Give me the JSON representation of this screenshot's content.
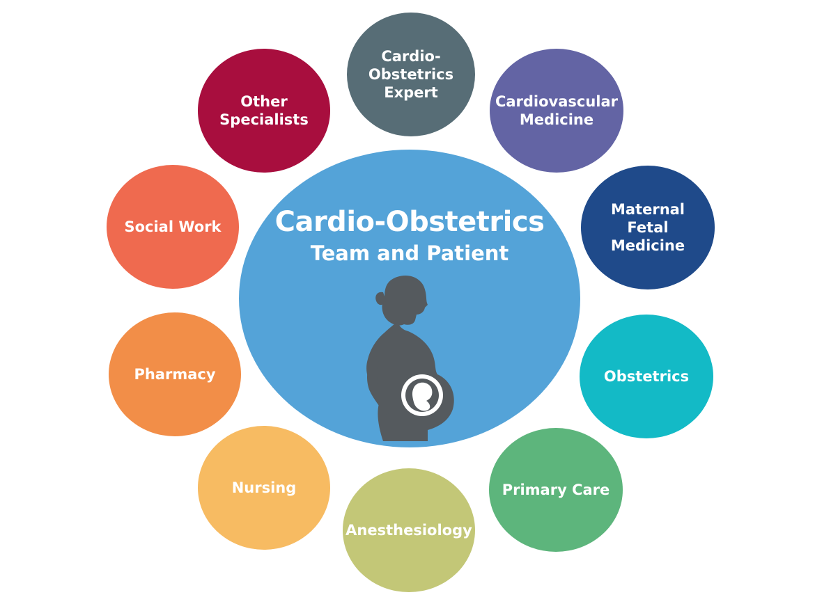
{
  "center": {
    "title": "Cardio-Obstetrics",
    "subtitle": "Team and Patient",
    "color": "#54a3d8",
    "figure_icon": "pregnant-woman-silhouette-icon",
    "figure_color": "#555a5e"
  },
  "nodes": [
    {
      "id": "cardio-obstetrics-expert",
      "label": "Cardio-\nObstetrics\nExpert",
      "color": "#576d76"
    },
    {
      "id": "cardiovascular-medicine",
      "label": "Cardiovascular\nMedicine",
      "color": "#6364a4"
    },
    {
      "id": "maternal-fetal-medicine",
      "label": "Maternal\nFetal\nMedicine",
      "color": "#1f4a8a"
    },
    {
      "id": "obstetrics",
      "label": "Obstetrics",
      "color": "#13bac6"
    },
    {
      "id": "primary-care",
      "label": "Primary Care",
      "color": "#5db57c"
    },
    {
      "id": "anesthesiology",
      "label": "Anesthesiology",
      "color": "#c3c777"
    },
    {
      "id": "nursing",
      "label": "Nursing",
      "color": "#f7bb62"
    },
    {
      "id": "pharmacy",
      "label": "Pharmacy",
      "color": "#f28e48"
    },
    {
      "id": "social-work",
      "label": "Social Work",
      "color": "#ef6a4f"
    },
    {
      "id": "other-specialists",
      "label": "Other\nSpecialists",
      "color": "#a80e3e"
    }
  ]
}
